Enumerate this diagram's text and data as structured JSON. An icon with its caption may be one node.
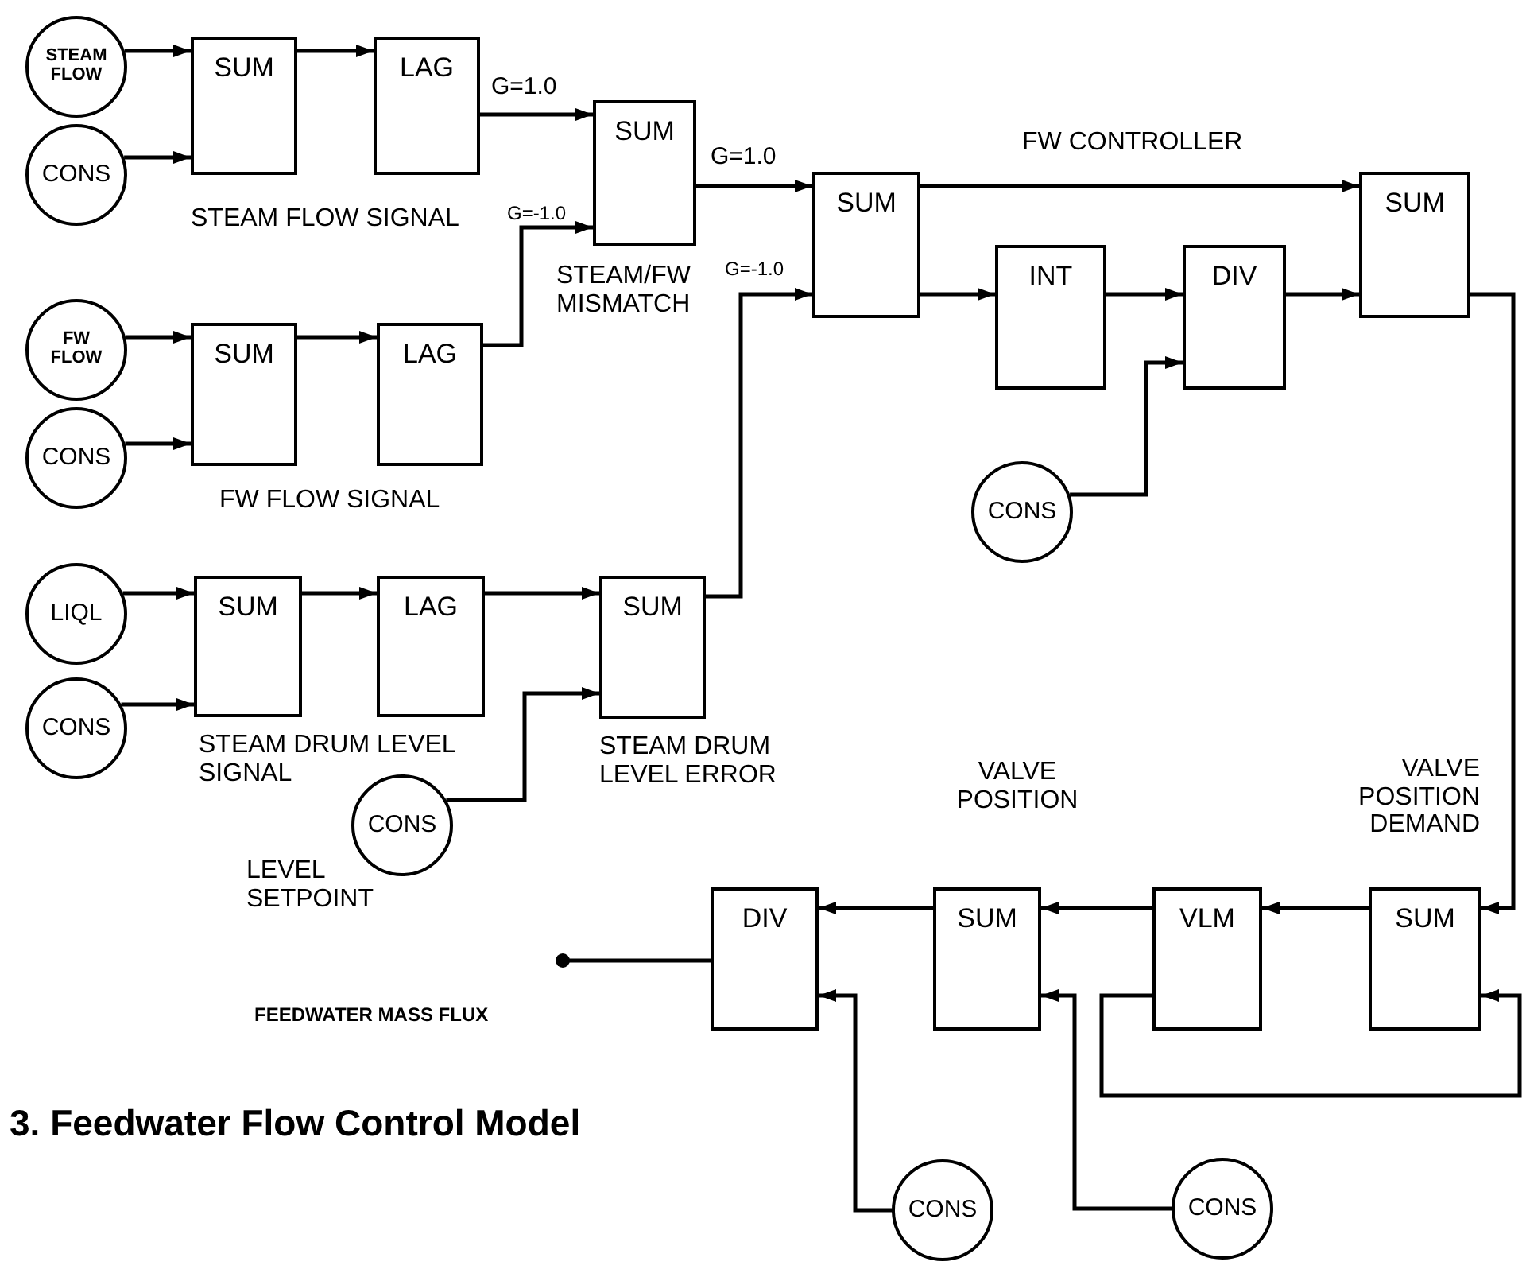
{
  "diagram": {
    "caption": "3. Feedwater Flow Control Model",
    "nodes": [
      {
        "text": [
          "STEAM FLOW"
        ]
      },
      {
        "text": [
          "SUM"
        ]
      },
      {
        "text": [
          "LAG"
        ]
      },
      {
        "text": [
          "SUM"
        ],
        "beside": [
          "STEAM/FW MISMATCH"
        ]
      },
      {
        "text": [
          "CONS"
        ]
      },
      {
        "text": [
          "FW FLOW"
        ]
      },
      {
        "text": [
          "SUM"
        ]
      },
      {
        "text": [
          "LAG"
        ]
      },
      {
        "text": [
          "CONS"
        ]
      },
      {
        "text": [
          "SUM"
        ]
      },
      {
        "text": [
          "INT"
        ]
      },
      {
        "text": [
          "DIV"
        ]
      },
      {
        "text": [
          "SUM"
        ]
      },
      {
        "text": [
          "CONS"
        ]
      },
      {
        "text": [
          "LIQL"
        ]
      },
      {
        "text": [
          "SUM"
        ]
      },
      {
        "text": [
          "LAG"
        ]
      },
      {
        "text": [
          "SUM"
        ],
        "beside": [
          "STEAM DRUM LEVEL ERROR"
        ]
      },
      {
        "text": [
          "CONS"
        ]
      },
      {
        "text": [
          "CONS"
        ],
        "beside": [
          "LEVEL SETPOINT"
        ]
      },
      {
        "text": [
          "DIV"
        ]
      },
      {
        "text": [
          "SUM"
        ],
        "beside": [
          "VALVE POSITION"
        ]
      },
      {
        "text": [
          "VLM"
        ]
      },
      {
        "text": [
          "SUM"
        ],
        "beside": [
          "VALVE POSITION DEMAND"
        ]
      },
      {
        "text": [
          "CONS"
        ]
      },
      {
        "text": [
          "CONS"
        ]
      }
    ],
    "edges": [
      {
        "from": 0,
        "to": 1,
        "arrow": "to"
      },
      {
        "from": 4,
        "to": 1,
        "arrow": "to"
      },
      {
        "from": 1,
        "to": 2,
        "arrow": "to"
      },
      {
        "from": 2,
        "to": 3,
        "arrow": "to",
        "label": "G=1.0"
      },
      {
        "from": 5,
        "to": 6,
        "arrow": "to"
      },
      {
        "from": 8,
        "to": 6,
        "arrow": "to"
      },
      {
        "from": 6,
        "to": 7,
        "arrow": "to"
      },
      {
        "from": 7,
        "to": 3,
        "arrow": "to",
        "label": "G=-1.0"
      },
      {
        "from": 3,
        "to": 9,
        "arrow": "to",
        "label": "G=1.0"
      },
      {
        "from": 17,
        "to": 9,
        "arrow": "to",
        "label": "G=-1.0"
      },
      {
        "from": 9,
        "to": 12,
        "arrow": "to"
      },
      {
        "from": 9,
        "to": 10,
        "arrow": "to"
      },
      {
        "from": 10,
        "to": 11,
        "arrow": "to"
      },
      {
        "from": 13,
        "to": 11,
        "arrow": "to"
      },
      {
        "from": 11,
        "to": 12,
        "arrow": "to"
      },
      {
        "from": 14,
        "to": 15,
        "arrow": "to"
      },
      {
        "from": 18,
        "to": 15,
        "arrow": "to"
      },
      {
        "from": 15,
        "to": 16,
        "arrow": "to"
      },
      {
        "from": 16,
        "to": 17,
        "arrow": "to"
      },
      {
        "from": 19,
        "to": 17,
        "arrow": "to"
      },
      {
        "from": 12,
        "to": 23,
        "arrow": "to"
      },
      {
        "from": 23,
        "to": 22,
        "arrow": "to"
      },
      {
        "from": 22,
        "to": 21,
        "arrow": "to"
      },
      {
        "from": 21,
        "to": 20,
        "arrow": "to"
      },
      {
        "from": 22,
        "to": 23,
        "arrow": "to"
      },
      {
        "from": 24,
        "to": 20,
        "arrow": "to"
      },
      {
        "from": 25,
        "to": 21,
        "arrow": "to"
      },
      {
        "from": 20,
        "to": null,
        "arrow": "other"
      }
    ],
    "labels": [
      "STEAM FLOW SIGNAL",
      "FW FLOW SIGNAL",
      "FW CONTROLLER",
      "STEAM DRUM LEVEL SIGNAL",
      "FEEDWATER MASS FLUX"
    ]
  }
}
